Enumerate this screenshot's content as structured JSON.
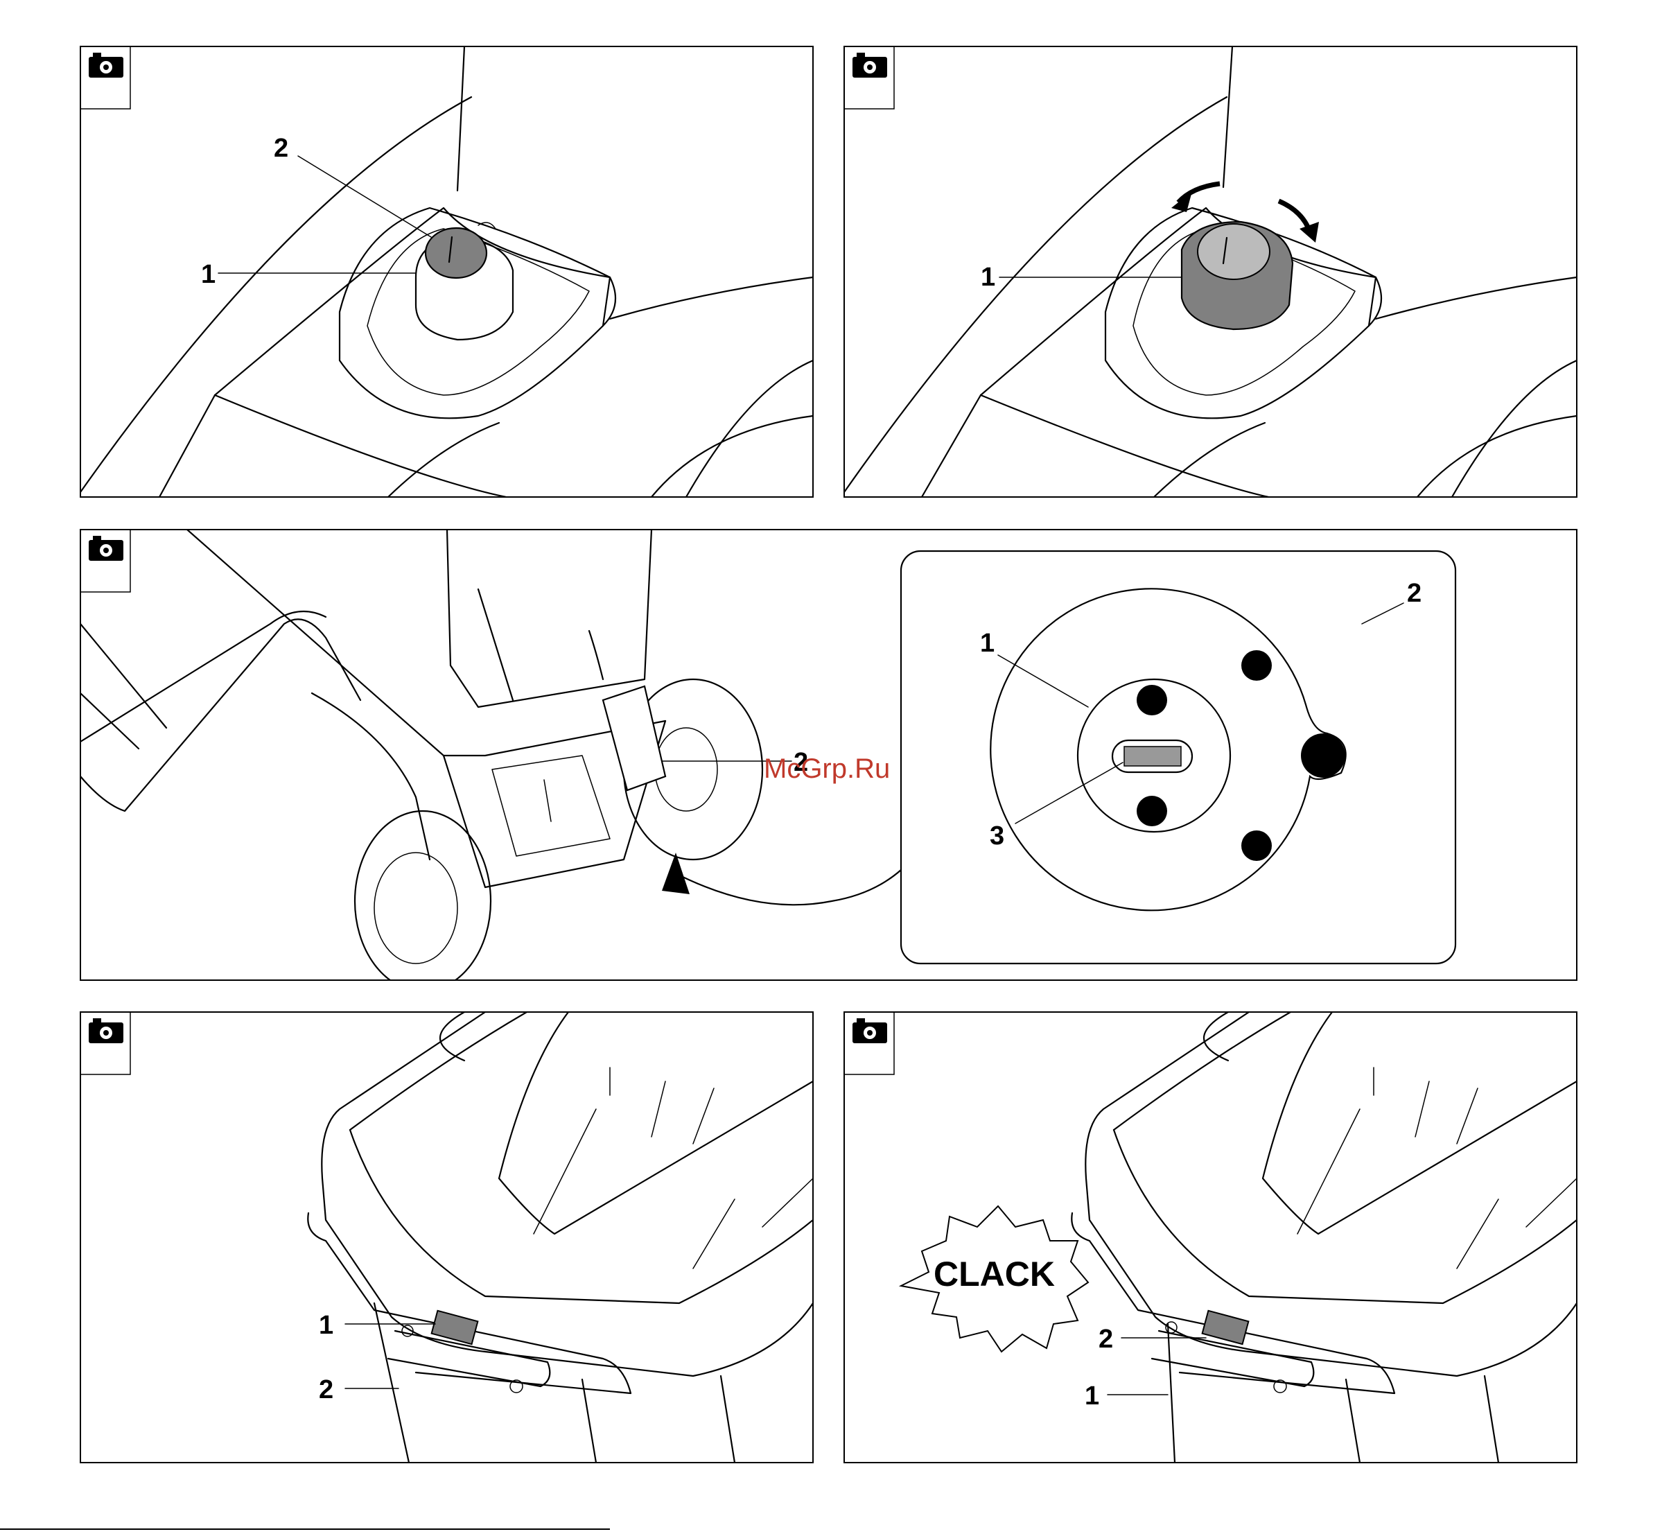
{
  "figures": [
    {
      "id": "fig1",
      "icon": "camera-icon",
      "callouts": [
        "2",
        "1"
      ]
    },
    {
      "id": "fig2",
      "icon": "camera-icon",
      "callouts": [
        "1"
      ]
    },
    {
      "id": "fig3",
      "icon": "camera-icon",
      "callouts": [
        "2",
        "1",
        "2",
        "3"
      ]
    },
    {
      "id": "fig4",
      "icon": "camera-icon",
      "callouts": [
        "1",
        "2"
      ]
    },
    {
      "id": "fig5",
      "icon": "camera-icon",
      "callouts": [
        "2",
        "1"
      ],
      "sound_text": "CLACK"
    }
  ],
  "watermark": "McGrp.Ru"
}
